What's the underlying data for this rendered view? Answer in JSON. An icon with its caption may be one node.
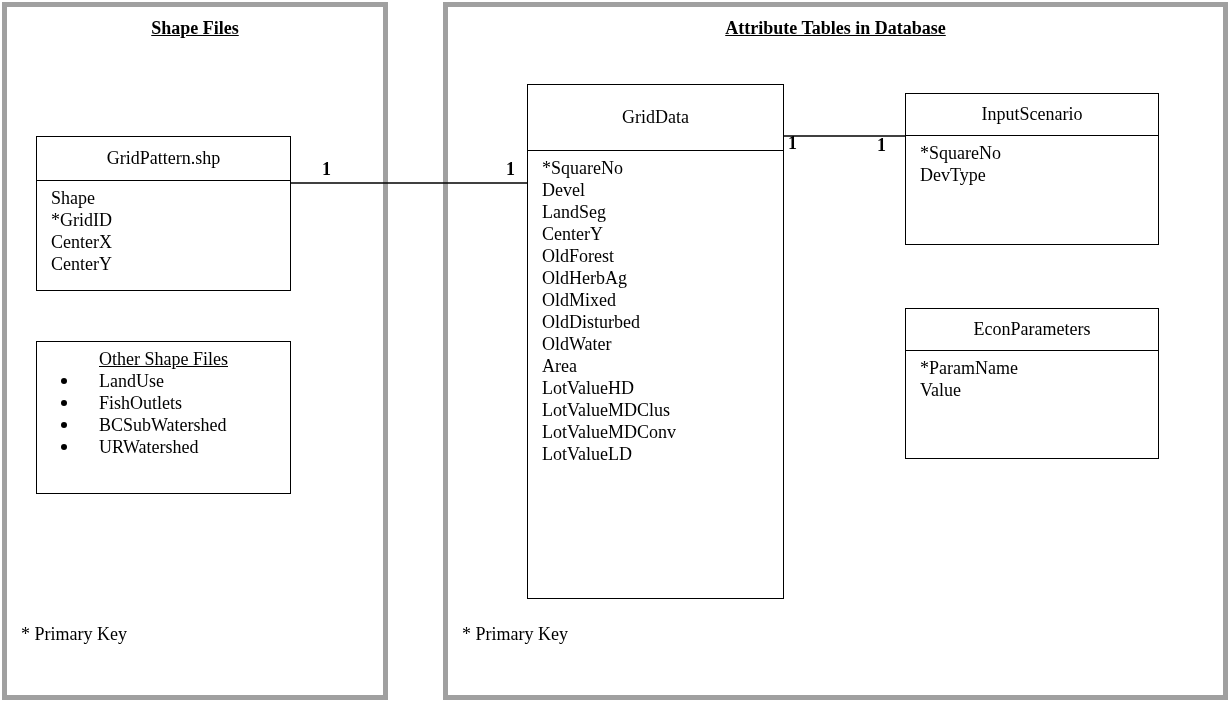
{
  "diagram": {
    "nodes": [
      {
        "text": [
          "Shape Files",
          "* Primary Key"
        ]
      },
      {
        "text": [
          "GridPattern.shp",
          "Shape",
          "*GridID",
          "CenterX",
          "CenterY"
        ],
        "in": 0
      },
      {
        "text": [
          "Other Shape Files",
          "LandUse",
          "FishOutlets",
          "BCSubWatershed",
          "URWatershed"
        ],
        "in": 0
      },
      {
        "text": [
          "Attribute Tables in Database",
          "* Primary Key"
        ]
      },
      {
        "text": [
          "GridData",
          "*SquareNo",
          "Devel",
          "LandSeg",
          "CenterY",
          "OldForest",
          "OldHerbAg",
          "OldMixed",
          "OldDisturbed",
          "OldWater",
          "Area",
          "LotValueHD",
          "LotValueMDClus",
          "LotValueMDConv",
          "LotValueLD"
        ],
        "in": 3
      },
      {
        "text": [
          "InputScenario",
          "*SquareNo",
          "DevType"
        ],
        "in": 3
      },
      {
        "text": [
          "EconParameters",
          "*ParamName",
          "Value"
        ],
        "in": 3
      }
    ],
    "edges": [
      {
        "from": 1,
        "to": 4,
        "arrow": "none"
      },
      {
        "from": 4,
        "to": 5,
        "arrow": "none"
      }
    ],
    "labels": [
      "1",
      "1",
      "1",
      "1"
    ]
  }
}
